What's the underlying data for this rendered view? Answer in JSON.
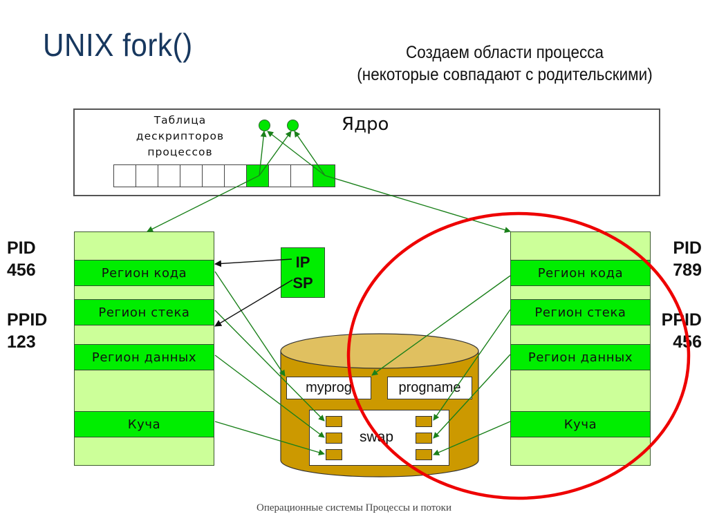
{
  "slide": {
    "title": "UNIX fork()",
    "subtitle_line1": "Создаем области процесса",
    "subtitle_line2": "(некоторые совпадают с родительскими)",
    "footer": "Операционные системы Процессы и потоки"
  },
  "kernel": {
    "label": "Ядро",
    "table_label_line1": "Таблица",
    "table_label_line2": "дескрипторов",
    "table_label_line3": "процессов",
    "slots": [
      false,
      false,
      false,
      false,
      false,
      false,
      true,
      false,
      false,
      true
    ]
  },
  "parent": {
    "pid_label": "PID",
    "pid": "456",
    "ppid_label": "PPID",
    "ppid": "123",
    "regions": [
      "Регион кода",
      "Регион стека",
      "Регион данных",
      "Куча"
    ]
  },
  "child": {
    "pid_label": "PID",
    "pid": "789",
    "ppid_label": "PPID",
    "ppid": "456",
    "regions": [
      "Регион кода",
      "Регион стека",
      "Регион данных",
      "Куча"
    ]
  },
  "registers": {
    "ip": "IP",
    "sp": "SP"
  },
  "disk": {
    "file1": "myprog",
    "file2": "progname",
    "swap": "swap"
  },
  "colors": {
    "region_green": "#00ee00",
    "process_bg": "#ccff99",
    "arrow_green": "#1a801a",
    "disk_gold": "#cc9900",
    "disk_top": "#e0c060",
    "highlight_red": "#ee0000",
    "title_blue": "#17375e"
  }
}
